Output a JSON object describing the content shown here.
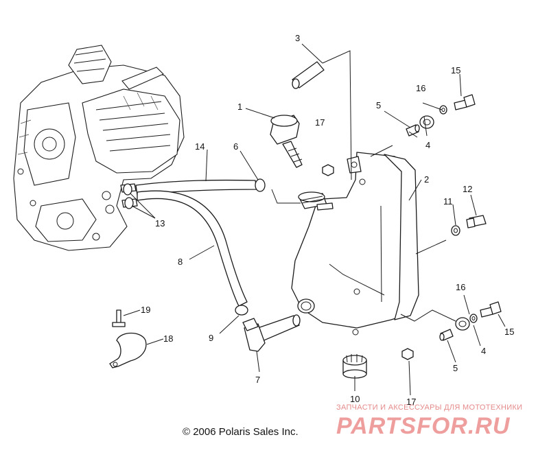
{
  "callouts": [
    {
      "id": "1",
      "text": "1"
    },
    {
      "id": "2",
      "text": "2"
    },
    {
      "id": "3",
      "text": "3"
    },
    {
      "id": "4a",
      "text": "4"
    },
    {
      "id": "4b",
      "text": "4"
    },
    {
      "id": "5a",
      "text": "5"
    },
    {
      "id": "5b",
      "text": "5"
    },
    {
      "id": "6",
      "text": "6"
    },
    {
      "id": "7",
      "text": "7"
    },
    {
      "id": "8",
      "text": "8"
    },
    {
      "id": "9",
      "text": "9"
    },
    {
      "id": "10",
      "text": "10"
    },
    {
      "id": "11",
      "text": "11"
    },
    {
      "id": "12",
      "text": "12"
    },
    {
      "id": "13",
      "text": "13"
    },
    {
      "id": "14",
      "text": "14"
    },
    {
      "id": "15a",
      "text": "15"
    },
    {
      "id": "15b",
      "text": "15"
    },
    {
      "id": "16a",
      "text": "16"
    },
    {
      "id": "16b",
      "text": "16"
    },
    {
      "id": "17a",
      "text": "17"
    },
    {
      "id": "17b",
      "text": "17"
    },
    {
      "id": "18",
      "text": "18"
    },
    {
      "id": "19",
      "text": "19"
    }
  ],
  "copyright": "© 2006 Polaris Sales Inc.",
  "watermark": {
    "tagline": "ЗАПЧАСТИ И АКСЕССУАРЫ ДЛЯ МОТОТЕХНИКИ",
    "logo": "PARTSFOR.RU"
  }
}
